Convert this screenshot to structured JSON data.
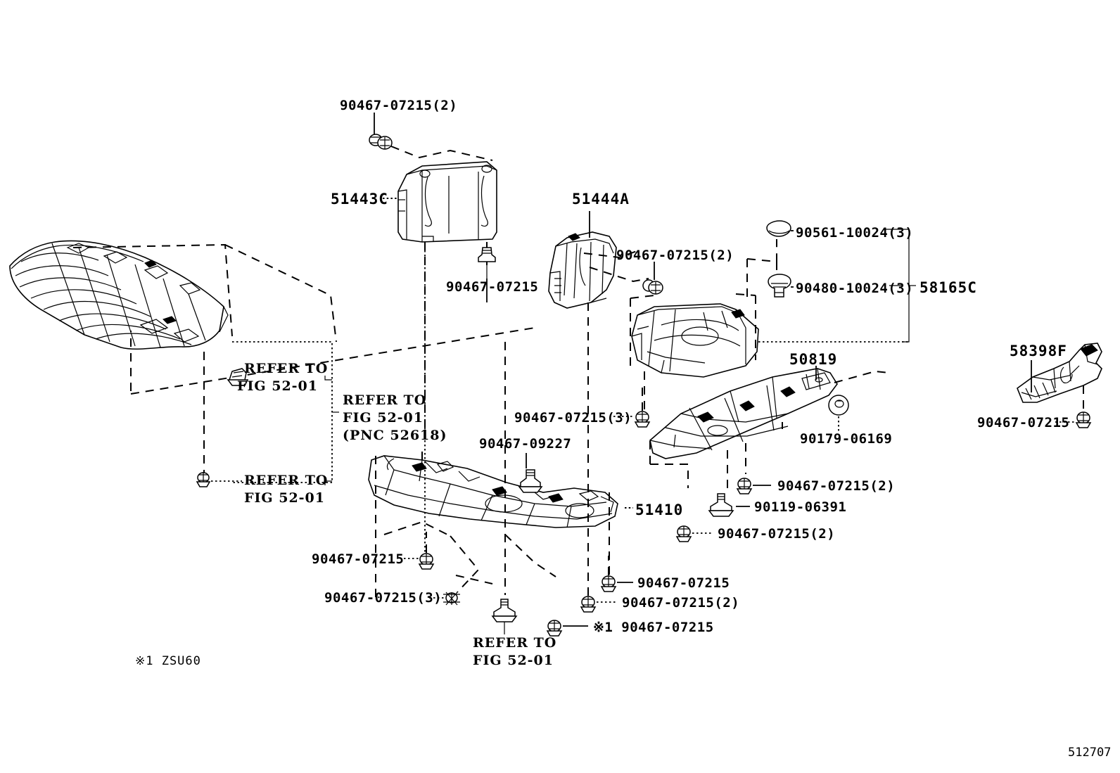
{
  "diagram": {
    "title": "Toyota parts catalog illustration - front floor under cover / engine under cover",
    "sheet_id": "512707",
    "footnote": "※1 ZSU60"
  },
  "part_labels": {
    "p51443c": "51443C",
    "p51444a": "51444A",
    "p58165c": "58165C",
    "p50819": "50819",
    "p58398f": "58398F",
    "p51410": "51410"
  },
  "fastener_labels": {
    "top_clip_2": "90467-07215(2)",
    "left_mid_bolt": "90467-07215",
    "mid_clip_2": "90467-07215(2)",
    "clip_90561": "90561-10024(3)",
    "clip_90480": "90480-10024(3)",
    "grommet_90179": "90179-06169",
    "right_bolt_58398f": "90467-07215",
    "center_clip_3": "90467-07215(3)",
    "clip_90467_09227": "90467-09227",
    "right_clip_2a": "90467-07215(2)",
    "bolt_90119": "90119-06391",
    "right_clip_2b": "90467-07215(2)",
    "lower_left_clip": "90467-07215",
    "lower_left_clip_3": "90467-07215(3)",
    "lower_mid_clip": "90467-07215",
    "lower_mid_clip_2": "90467-07215(2)",
    "lower_star_clip": "※1 90467-07215"
  },
  "refer_notes": {
    "refer_a_line1": "REFER TO",
    "refer_a_line2": "FIG 52-01",
    "refer_b_line1": "REFER TO",
    "refer_b_line2": "FIG 52-01",
    "refer_b_line3": "(PNC 52618)",
    "refer_c_line1": "REFER TO",
    "refer_c_line2": "FIG 52-01",
    "refer_d_line1": "REFER TO",
    "refer_d_line2": "FIG 52-01"
  },
  "colors": {
    "ink": "#000000",
    "paper": "#ffffff"
  }
}
